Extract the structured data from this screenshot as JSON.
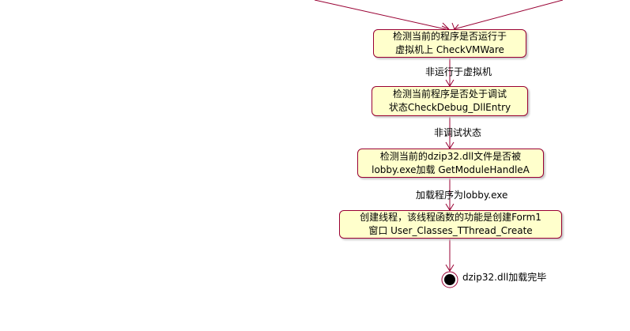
{
  "diagram": {
    "nodes": [
      {
        "line1": "检测当前的程序是否运行于",
        "line2": "虚拟机上 CheckVMWare"
      },
      {
        "line1": "检测当前程序是否处于调试",
        "line2": "状态CheckDebug_DllEntry"
      },
      {
        "line1": "检测当前的dzip32.dll文件是否被",
        "line2": "lobby.exe加载 GetModuleHandleA"
      },
      {
        "line1": "创建线程，该线程函数的功能是创建Form1",
        "line2": "窗口 User_Classes_TThread_Create"
      }
    ],
    "edges": [
      {
        "label": "非运行于虚拟机"
      },
      {
        "label": "非调试状态"
      },
      {
        "label": "加载程序为lobby.exe"
      }
    ],
    "final_state": {
      "label": "dzip32.dll加载完毕"
    },
    "colors": {
      "node_fill": "#ffffcc",
      "node_border": "#990033",
      "line": "#990033"
    }
  }
}
